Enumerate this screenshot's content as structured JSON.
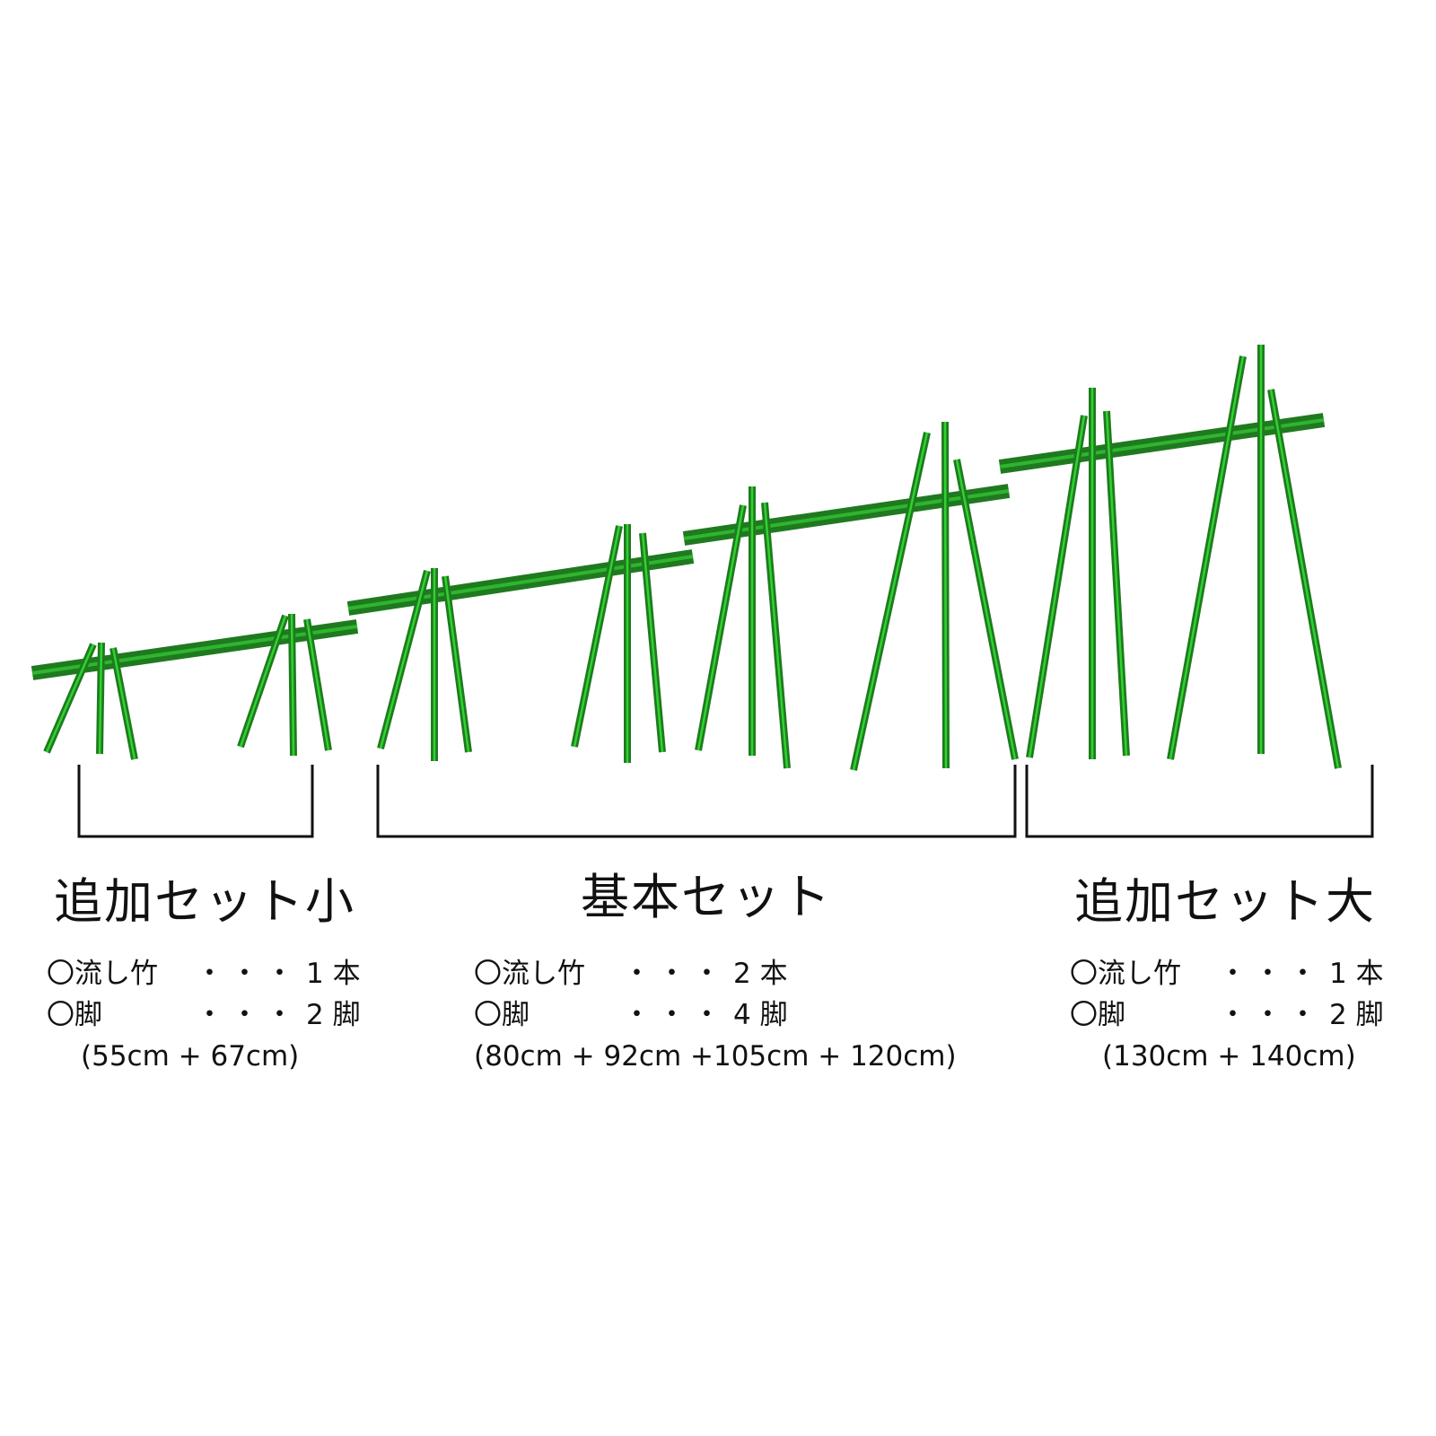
{
  "groups": [
    {
      "title": "追加セット小",
      "rows": [
        {
          "item": "〇流し竹",
          "dots": "・・・",
          "qty": "1 本"
        },
        {
          "item": "〇脚",
          "dots": "・・・",
          "qty": "2 脚"
        }
      ],
      "lengths": "(55cm + 67cm)"
    },
    {
      "title": "基本セット",
      "rows": [
        {
          "item": "〇流し竹",
          "dots": "・・・",
          "qty": "2 本"
        },
        {
          "item": "〇脚",
          "dots": "・・・",
          "qty": "4 脚"
        }
      ],
      "lengths": "(80cm + 92cm +105cm + 120cm)"
    },
    {
      "title": "追加セット大",
      "rows": [
        {
          "item": "〇流し竹",
          "dots": "・・・",
          "qty": "1 本"
        },
        {
          "item": "〇脚",
          "dots": "・・・",
          "qty": "2 脚"
        }
      ],
      "lengths": "(130cm + 140cm)"
    }
  ],
  "colors": {
    "bamboo_dark": "#1f7a1f",
    "bamboo_light": "#2fd32f",
    "bracket": "#111111"
  }
}
